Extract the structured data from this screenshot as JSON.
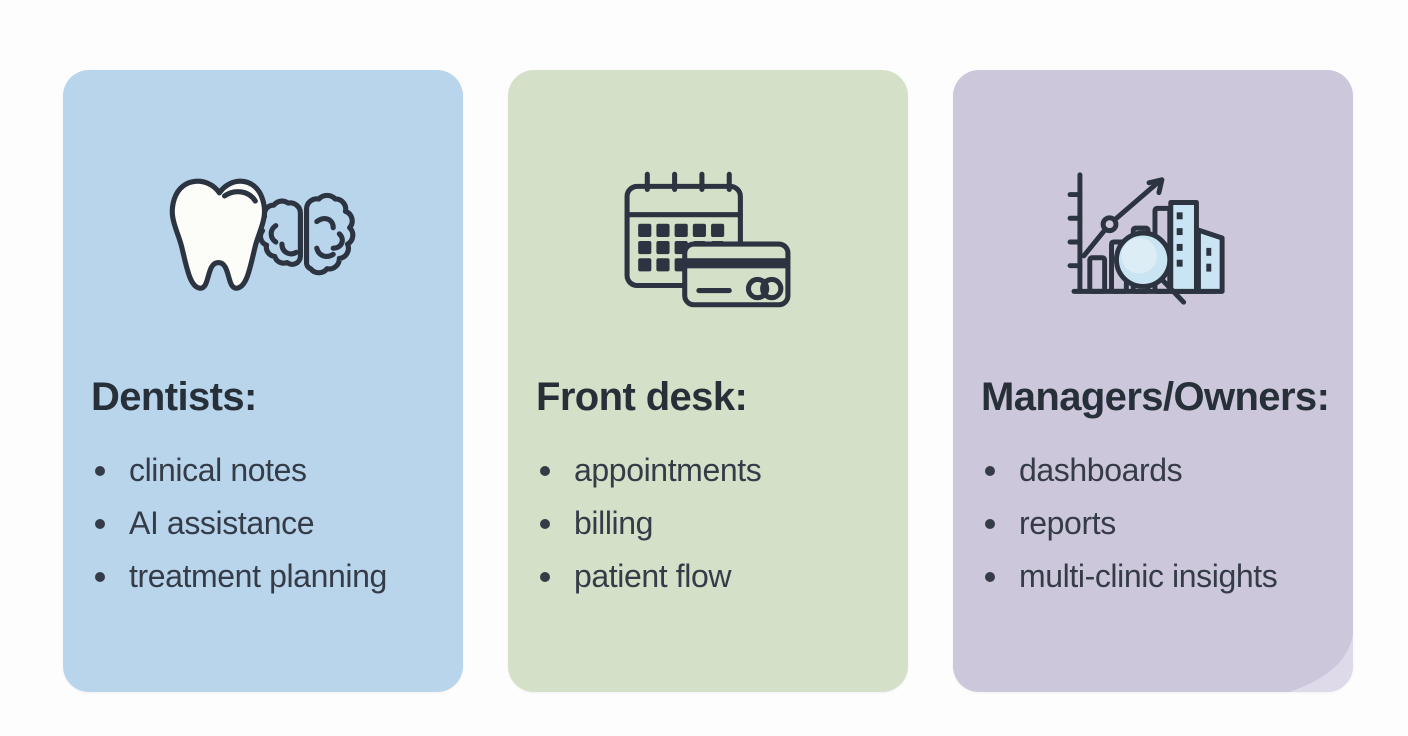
{
  "colors": {
    "background": "#fdfdfd",
    "card_blue": "#b9d5ec",
    "card_green": "#d4e1c8",
    "card_purple": "#cdc7db",
    "ink": "#2b3440",
    "text_strong": "#273039",
    "text_body": "#353c48",
    "tooth_fill": "#fcfcf9",
    "accent_fill": "#c9e4f2",
    "curl": "#dfdaea"
  },
  "cards": [
    {
      "id": "dentists",
      "icon": "tooth-brain-icon",
      "heading": "Dentists:",
      "items": [
        "clinical notes",
        "AI assistance",
        "treatment planning"
      ]
    },
    {
      "id": "front-desk",
      "icon": "calendar-credit-card-icon",
      "heading": "Front desk:",
      "items": [
        "appointments",
        "billing",
        "patient flow"
      ]
    },
    {
      "id": "managers-owners",
      "icon": "bar-chart-magnifier-icon",
      "heading": "Managers/Owners:",
      "items": [
        "dashboards",
        "reports",
        "multi-clinic insights"
      ]
    }
  ]
}
